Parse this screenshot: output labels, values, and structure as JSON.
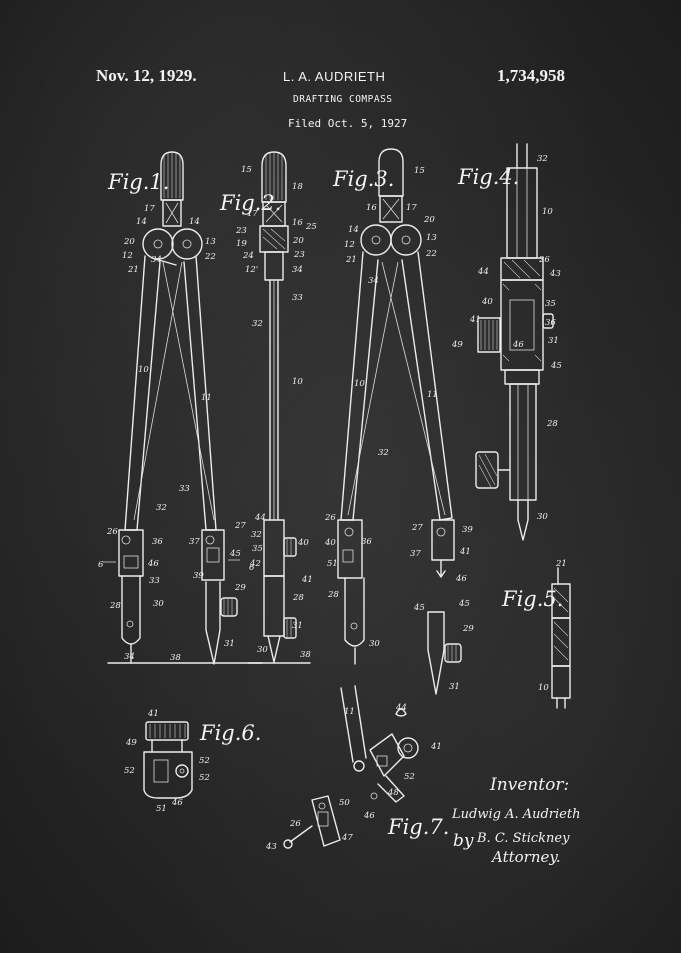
{
  "header": {
    "date": "Nov. 12, 1929.",
    "inventor_name": "L. A. AUDRIETH",
    "title": "DRAFTING COMPASS",
    "filed": "Filed Oct. 5, 1927",
    "patent_number": "1,734,958"
  },
  "figures": {
    "fig1": "Fig.1.",
    "fig2": "Fig.2.",
    "fig3": "Fig.3.",
    "fig4": "Fig.4.",
    "fig5": "Fig.5.",
    "fig6": "Fig.6.",
    "fig7": "Fig.7."
  },
  "signature": {
    "inventor_label": "Inventor:",
    "inventor_signature": "Ludwig A. Audrieth",
    "by": "by",
    "attorney_signature": "B. C. Stickney",
    "attorney_label": "Attorney."
  },
  "reference_numerals": {
    "fig1": [
      "17",
      "14",
      "14",
      "13",
      "20",
      "22",
      "12",
      "34",
      "21",
      "10",
      "11",
      "33",
      "32",
      "26",
      "27",
      "36",
      "37",
      "6",
      "46",
      "45",
      "33",
      "39",
      "29",
      "28",
      "30",
      "31",
      "34",
      "38",
      "6"
    ],
    "fig2": [
      "15",
      "18",
      "17",
      "16",
      "25",
      "23",
      "20",
      "19",
      "24",
      "23",
      "12'",
      "34",
      "33",
      "32",
      "10",
      "44",
      "32",
      "40",
      "35",
      "41",
      "42",
      "28",
      "30",
      "38",
      "31"
    ],
    "fig3": [
      "15",
      "16",
      "17",
      "14",
      "20",
      "12",
      "13",
      "21",
      "22",
      "34",
      "10",
      "11",
      "32",
      "26",
      "27",
      "39",
      "36",
      "37",
      "40",
      "41",
      "46",
      "51",
      "28",
      "45",
      "45",
      "29",
      "31",
      "30"
    ],
    "fig4": [
      "32",
      "10",
      "26",
      "44",
      "43",
      "40",
      "35",
      "41",
      "36",
      "49",
      "31",
      "46",
      "45",
      "28",
      "30"
    ],
    "fig5": [
      "21",
      "10"
    ],
    "fig6": [
      "41",
      "49",
      "52",
      "52",
      "52",
      "46",
      "51"
    ],
    "fig7": [
      "11",
      "44",
      "41",
      "52",
      "48",
      "50",
      "46",
      "26",
      "43",
      "47"
    ]
  }
}
